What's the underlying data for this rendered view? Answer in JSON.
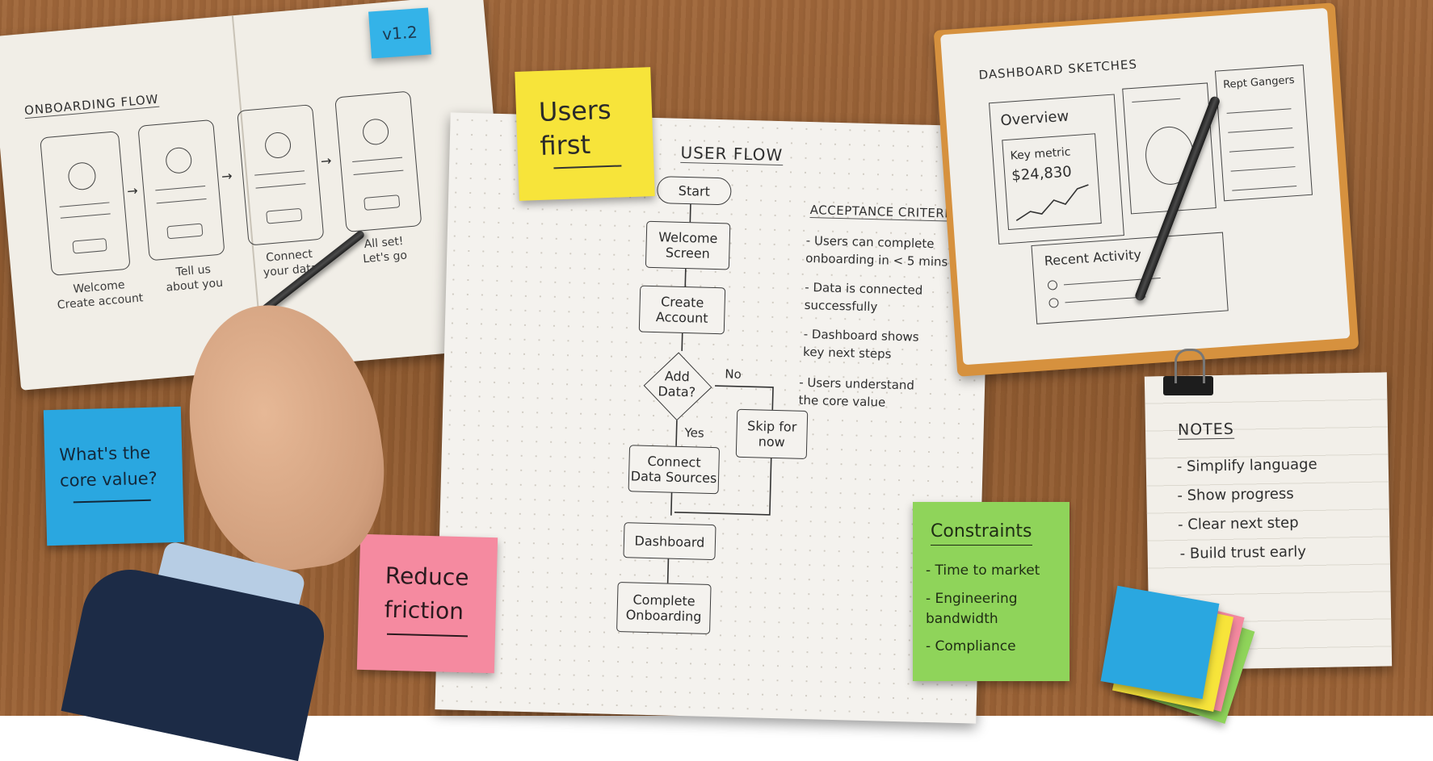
{
  "left_notebook": {
    "title": "ONBOARDING FLOW",
    "version_tag": "v1.2",
    "screens": [
      {
        "caption": "Welcome\nCreate account"
      },
      {
        "caption": "Tell us\nabout you"
      },
      {
        "caption": "Connect\nyour data"
      },
      {
        "caption": "All set!\nLet's go"
      }
    ]
  },
  "sticky_users_first": "Users\nfirst",
  "sticky_core_value": "What's the\ncore value?",
  "sticky_reduce_friction": "Reduce\nfriction",
  "user_flow": {
    "title": "USER FLOW",
    "nodes": {
      "start": "Start",
      "welcome": "Welcome\nScreen",
      "create": "Create\nAccount",
      "decision": "Add\nData?",
      "no_label": "No",
      "yes_label": "Yes",
      "skip": "Skip for\nnow",
      "connect": "Connect\nData Sources",
      "dashboard": "Dashboard",
      "complete": "Complete\nOnboarding"
    },
    "acceptance": {
      "title": "ACCEPTANCE CRITERIA",
      "items": [
        "- Users can complete\n  onboarding in < 5 mins",
        "- Data is connected\n  successfully",
        "- Dashboard shows\n  key next steps",
        "- Users understand\n  the core value"
      ]
    }
  },
  "constraints": {
    "title": "Constraints",
    "items": [
      "- Time to market",
      "- Engineering\n  bandwidth",
      "- Compliance"
    ]
  },
  "dashboard_sketches": {
    "title": "DASHBOARD SKETCHES",
    "overview_title": "Overview",
    "key_metric_label": "Key metric",
    "key_metric_value": "$24,830",
    "recent_activity": "Recent Activity",
    "right_panel_label": "Rept Gangers"
  },
  "notes": {
    "title": "NOTES",
    "items": [
      "- Simplify language",
      "- Show progress",
      "- Clear next step",
      "- Build trust early"
    ]
  },
  "colors": {
    "desk": "#9a6236",
    "sticky_yellow": "#f7e43a",
    "sticky_blue": "#2aa7e0",
    "sticky_pink": "#f58aa0",
    "sticky_green": "#8fd45a",
    "version_tag": "#34b3e8"
  }
}
